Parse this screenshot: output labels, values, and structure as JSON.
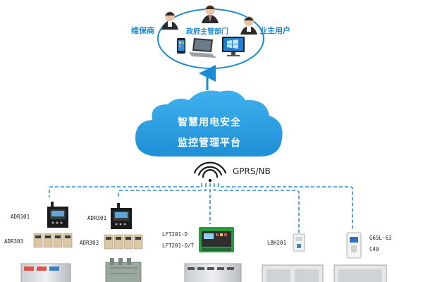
{
  "users": {
    "maintainer": "维保商",
    "government": "政府主管部门",
    "owner": "业主用户"
  },
  "platform": {
    "line1": "智慧用电安全",
    "line2": "监控管理平台"
  },
  "network": {
    "label": "GPRS/NB"
  },
  "devices": {
    "adr301_a": "ADR301",
    "adr303_a": "ADR303",
    "adr301_b": "ADR301",
    "adr303_b": "ADR303",
    "lft201d": "LFT201-D",
    "lft201dt": "LFT201-D/T",
    "lbh201": "LBH201",
    "g65l": "G65L-63",
    "c40": "C40"
  },
  "colors": {
    "accent": "#1a8ad2",
    "cloud": "#2a9de0",
    "dashed": "#2a90d5"
  }
}
